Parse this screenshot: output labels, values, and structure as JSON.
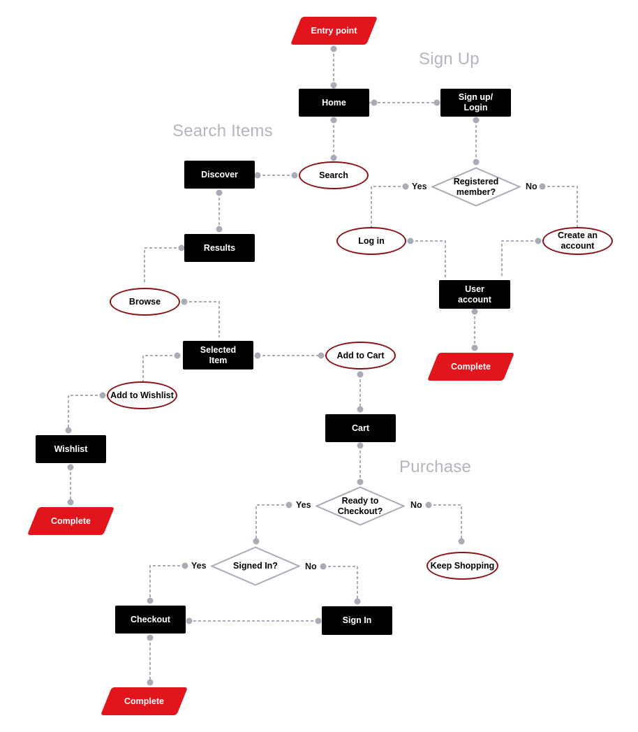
{
  "sections": {
    "sign_up": "Sign Up",
    "search_items": "Search Items",
    "purchase": "Purchase"
  },
  "nodes": {
    "entry_point": "Entry point",
    "home": "Home",
    "sign_up_login": "Sign up/\nLogin",
    "registered_member": "Registered\nmember?",
    "log_in": "Log in",
    "create_account": "Create an\naccount",
    "user_account": "User\naccount",
    "complete_account": "Complete",
    "search": "Search",
    "discover": "Discover",
    "results": "Results",
    "browse": "Browse",
    "selected_item": "Selected\nItem",
    "add_to_wishlist": "Add to Wishlist",
    "wishlist": "Wishlist",
    "complete_wishlist": "Complete",
    "add_to_cart": "Add to Cart",
    "cart": "Cart",
    "ready_to_checkout": "Ready to\nCheckout?",
    "keep_shopping": "Keep Shopping",
    "signed_in": "Signed In?",
    "sign_in": "Sign In",
    "checkout": "Checkout",
    "complete_checkout": "Complete"
  },
  "edge_labels": {
    "registered_yes": "Yes",
    "registered_no": "No",
    "ready_yes": "Yes",
    "ready_no": "No",
    "signed_yes": "Yes",
    "signed_no": "No"
  },
  "colors": {
    "terminal": "#e2141c",
    "process": "#000000",
    "action_border": "#8b0f14",
    "connector": "#a9acb6",
    "section_title": "#b3b6be"
  }
}
